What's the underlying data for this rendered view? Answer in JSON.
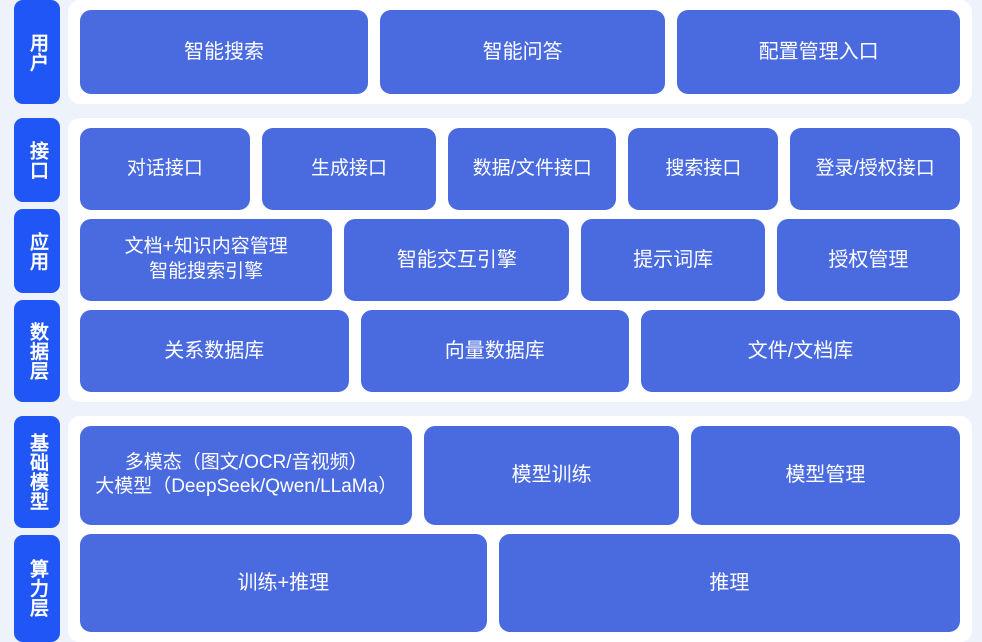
{
  "theme": {
    "page_background": "#eef3fb",
    "panel_background": "#ffffff",
    "label_color": "#1f56f5",
    "box_color": "#4a6ae0",
    "text_color": "#ffffff"
  },
  "sections": {
    "users": {
      "label": "用户",
      "boxes": [
        "智能搜索",
        "智能问答",
        "配置管理入口"
      ]
    },
    "interface": {
      "label": "接口",
      "boxes": [
        "对话接口",
        "生成接口",
        "数据/文件接口",
        "搜索接口",
        "登录/授权接口"
      ]
    },
    "application": {
      "label": "应用",
      "boxes": [
        "文档+知识内容管理\n智能搜索引擎",
        "智能交互引擎",
        "提示词库",
        "授权管理"
      ]
    },
    "data": {
      "label": "数据层",
      "boxes": [
        "关系数据库",
        "向量数据库",
        "文件/文档库"
      ]
    },
    "base_model": {
      "label": "基础模型",
      "boxes": [
        "多模态（图文/OCR/音视频）\n大模型（DeepSeek/Qwen/LLaMa）",
        "模型训练",
        "模型管理"
      ]
    },
    "compute": {
      "label": "算力层",
      "boxes": [
        "训练+推理",
        "推理"
      ]
    }
  }
}
